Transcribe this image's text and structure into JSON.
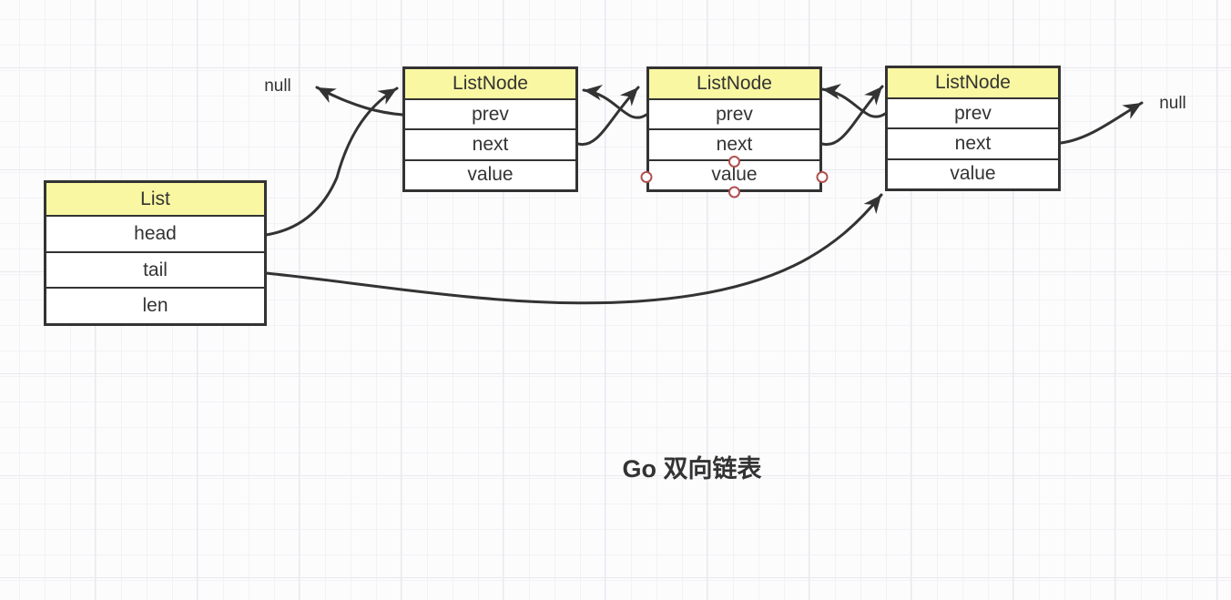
{
  "canvas": {
    "title_caption": "Go 双向链表",
    "null_label_left": "null",
    "null_label_right": "null"
  },
  "list": {
    "title": "List",
    "fields": [
      "head",
      "tail",
      "len"
    ]
  },
  "nodes": [
    {
      "title": "ListNode",
      "fields": [
        "prev",
        "next",
        "value"
      ]
    },
    {
      "title": "ListNode",
      "fields": [
        "prev",
        "next",
        "value"
      ],
      "selected_field": "value"
    },
    {
      "title": "ListNode",
      "fields": [
        "prev",
        "next",
        "value"
      ]
    }
  ],
  "colors": {
    "entity_header_fill": "#f9f7a2",
    "entity_border": "#333333",
    "connector": "#333333",
    "text": "#333333",
    "selection_handle_stroke": "#b0524f",
    "canvas_bg": "#fcfcfd",
    "grid_minor": "#f2f2f6",
    "grid_major": "#e8e8ee"
  }
}
